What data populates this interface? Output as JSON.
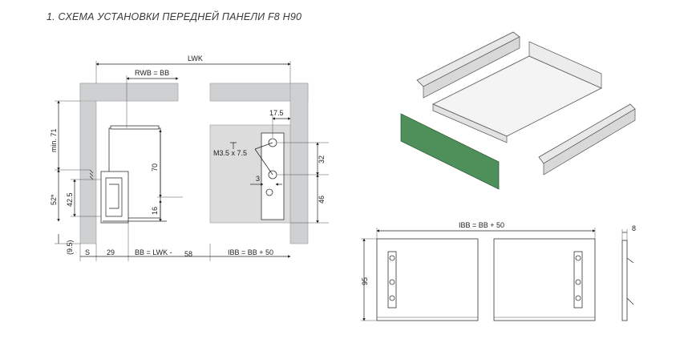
{
  "title": "1. СХЕМА УСТАНОВКИ ПЕРЕДНЕЙ ПАНЕЛИ F8 H90",
  "colors": {
    "front_panel": "#4e8f5a",
    "wall": "#cfd0d2",
    "panel": "#dcdcdc"
  },
  "section": {
    "lwk": "LWK",
    "rwb": "RWB = BB",
    "min71": "min. 71",
    "dim70": "70",
    "dim16": "16",
    "dim52": "52*",
    "dim425": "42.5",
    "dim95p": "(9.5)",
    "s": "S",
    "dim29": "29",
    "bb": "BB = LWK -",
    "dim58": "58"
  },
  "front_detail": {
    "screw": "M3.5 x 7.5",
    "dim175": "17.5",
    "dim32": "32",
    "dim3": "3",
    "dim46": "46",
    "ibb": "IBB = BB + 50"
  },
  "panel_view": {
    "ibb": "IBB = BB + 50",
    "height": "95",
    "thickness": "8"
  }
}
